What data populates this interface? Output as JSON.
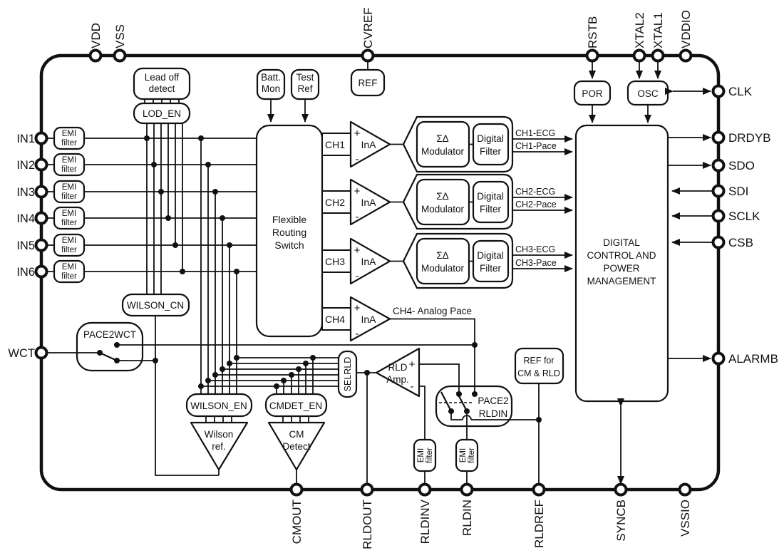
{
  "pins": {
    "top": [
      "VDD",
      "VSS",
      "CVREF",
      "RSTB",
      "XTAL2",
      "XTAL1",
      "VDDIO"
    ],
    "left": [
      "IN1",
      "IN2",
      "IN3",
      "IN4",
      "IN5",
      "IN6",
      "WCT"
    ],
    "right": [
      "CLK",
      "DRDYB",
      "SDO",
      "SDI",
      "SCLK",
      "CSB",
      "ALARMB"
    ],
    "bottom": [
      "CMOUT",
      "RLDOUT",
      "RLDINV",
      "RLDIN",
      "RLDREF",
      "SYNCB",
      "VSSIO"
    ]
  },
  "blocks": {
    "lead_off_detect": {
      "line1": "Lead off",
      "line2": "detect"
    },
    "lod_en": "LOD_EN",
    "batt_mon": {
      "line1": "Batt.",
      "line2": "Mon"
    },
    "test_ref": {
      "line1": "Test",
      "line2": "Ref"
    },
    "ref": "REF",
    "por": "POR",
    "osc": "OSC",
    "routing_switch": {
      "line1": "Flexible",
      "line2": "Routing",
      "line3": "Switch"
    },
    "digital_control": {
      "line1": "DIGITAL",
      "line2": "CONTROL AND",
      "line3": "POWER",
      "line4": "MANAGEMENT"
    },
    "wilson_cn": "WILSON_CN",
    "pace2wct": "PACE2WCT",
    "wilson_en": "WILSON_EN",
    "wilson_ref": {
      "line1": "Wilson",
      "line2": "ref."
    },
    "cmdet_en": "CMDET_EN",
    "cm_detect": {
      "line1": "CM",
      "line2": "Detect"
    },
    "selrld": "SELRLD",
    "rld_amp": {
      "line1": "RLD",
      "line2": "Amp."
    },
    "pace2rldin": {
      "line1": "PACE2",
      "line2": "RLDIN"
    },
    "ref_cm_rld": {
      "line1": "REF for",
      "line2": "CM & RLD"
    },
    "emi_filter": {
      "line1": "EMI",
      "line2": "filter"
    }
  },
  "amp": {
    "label": "InA",
    "plus": "+",
    "minus": "-"
  },
  "modulator": {
    "line1": "ΣΔ",
    "line2": "Modulator"
  },
  "digital_filter": {
    "line1": "Digital",
    "line2": "Filter"
  },
  "channels": {
    "ch1": {
      "name": "CH1",
      "ecg": "CH1-ECG",
      "pace": "CH1-Pace"
    },
    "ch2": {
      "name": "CH2",
      "ecg": "CH2-ECG",
      "pace": "CH2-Pace"
    },
    "ch3": {
      "name": "CH3",
      "ecg": "CH3-ECG",
      "pace": "CH3-Pace"
    },
    "ch4": {
      "name": "CH4",
      "out": "CH4- Analog Pace"
    }
  },
  "colors": {
    "ink": "#111111",
    "bg": "#ffffff"
  }
}
